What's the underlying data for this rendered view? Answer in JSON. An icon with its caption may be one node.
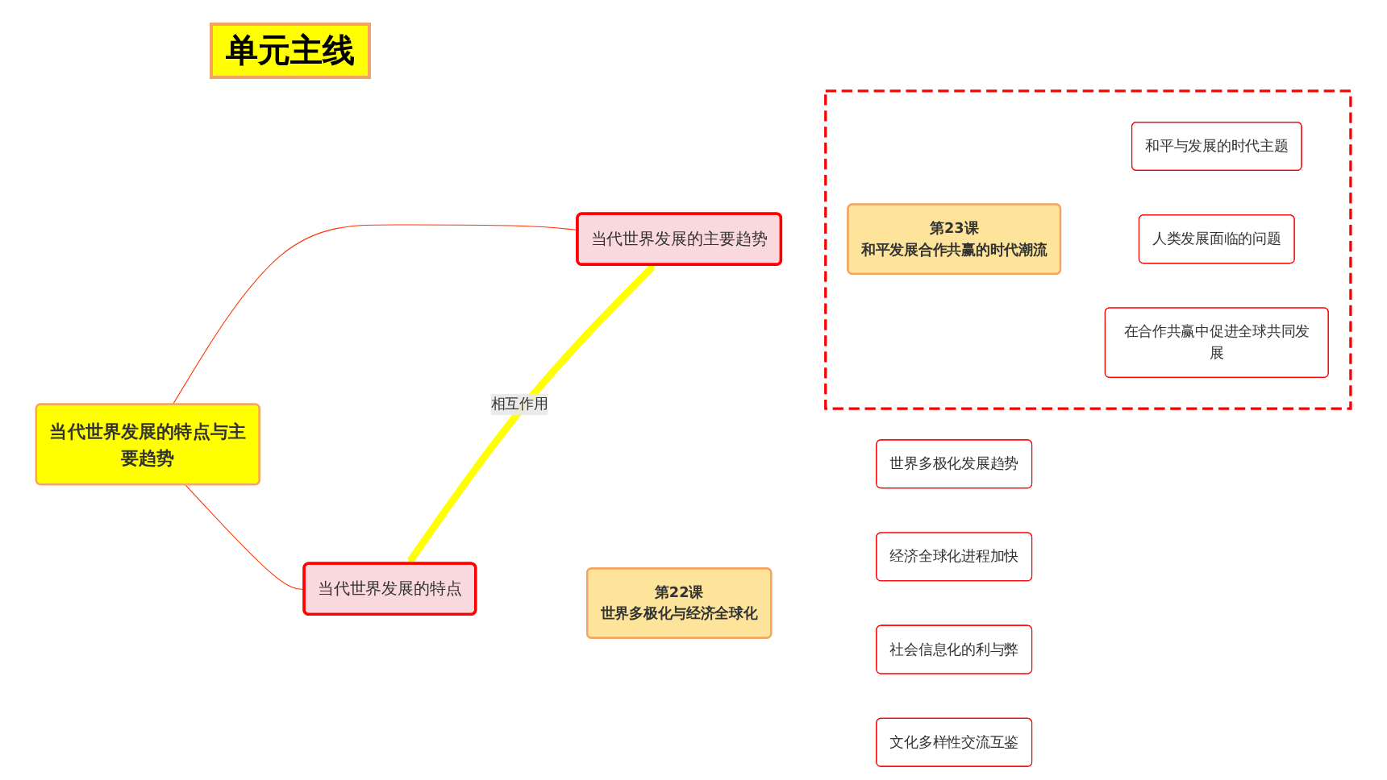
{
  "diagram": {
    "title": "单元主线",
    "nodes": [
      {
        "text": [
          "当代世界发展的特点与主要趋势"
        ]
      },
      {
        "text": [
          "当代世界发展的特点"
        ]
      },
      {
        "text": [
          "当代世界发展的主要趋势"
        ]
      },
      {
        "text": [
          "第22课",
          "世界多极化与经济全球化"
        ]
      },
      {
        "text": [
          "世界多极化发展趋势"
        ]
      },
      {
        "text": [
          "经济全球化进程加快"
        ]
      },
      {
        "text": [
          "社会信息化的利与弊"
        ]
      },
      {
        "text": [
          "文化多样性交流互鉴"
        ]
      },
      {
        "text": [],
        "shape": "box"
      },
      {
        "text": [
          "第23课",
          "和平发展合作共赢的时代潮流"
        ],
        "in": 8
      },
      {
        "text": [
          "和平与发展的时代主题"
        ],
        "in": 8
      },
      {
        "text": [
          "人类发展面临的问题"
        ],
        "in": 8
      },
      {
        "text": [
          "在合作共赢中促进全球共同发展"
        ],
        "in": 8
      }
    ],
    "edges": [
      {
        "from": 0,
        "to": 1,
        "arrow": "none",
        "color": "#ff3300"
      },
      {
        "from": 0,
        "to": 2,
        "arrow": "none",
        "color": "#ff3300"
      },
      {
        "from": 1,
        "to": 2,
        "arrow": "both",
        "label": "相互作用",
        "style": "thick",
        "color": "#ffff00"
      }
    ]
  }
}
